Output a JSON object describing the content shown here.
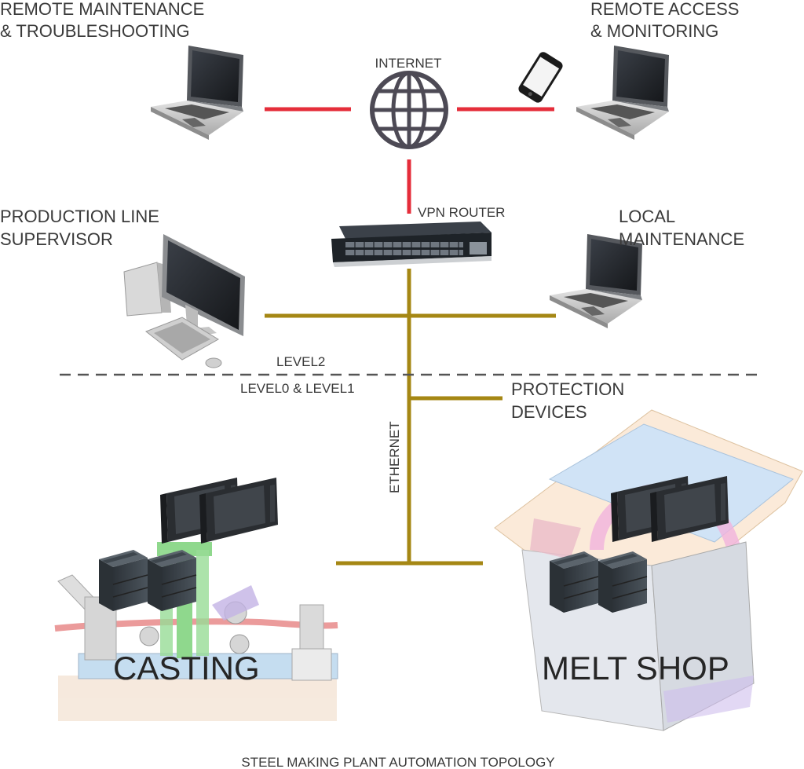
{
  "labels": {
    "remote_maintenance": [
      "REMOTE MAINTENANCE",
      "& TROUBLESHOOTING"
    ],
    "remote_access": [
      "REMOTE ACCESS",
      "& MONITORING"
    ],
    "internet": "INTERNET",
    "vpn_router": "VPN ROUTER",
    "production_supervisor": [
      "PRODUCTION LINE",
      "SUPERVISOR"
    ],
    "local_maintenance": [
      "LOCAL",
      "MAINTENANCE"
    ],
    "level2": "LEVEL2",
    "level0_1": "LEVEL0 & LEVEL1",
    "protection_devices": [
      "PROTECTION",
      "DEVICES"
    ],
    "ethernet": "ETHERNET",
    "casting": "CASTING",
    "melt_shop": "MELT SHOP",
    "caption": "STEEL MAKING PLANT AUTOMATION TOPOLOGY"
  },
  "colors": {
    "internet_link": "#e52d3a",
    "ethernet_bus": "#a58714",
    "level_divider": "#555555"
  },
  "icons": [
    "laptop-icon",
    "smartphone-icon",
    "globe-icon",
    "network-switch-icon",
    "desktop-computer-icon",
    "hmi-panel-icon",
    "plc-module-icon"
  ]
}
